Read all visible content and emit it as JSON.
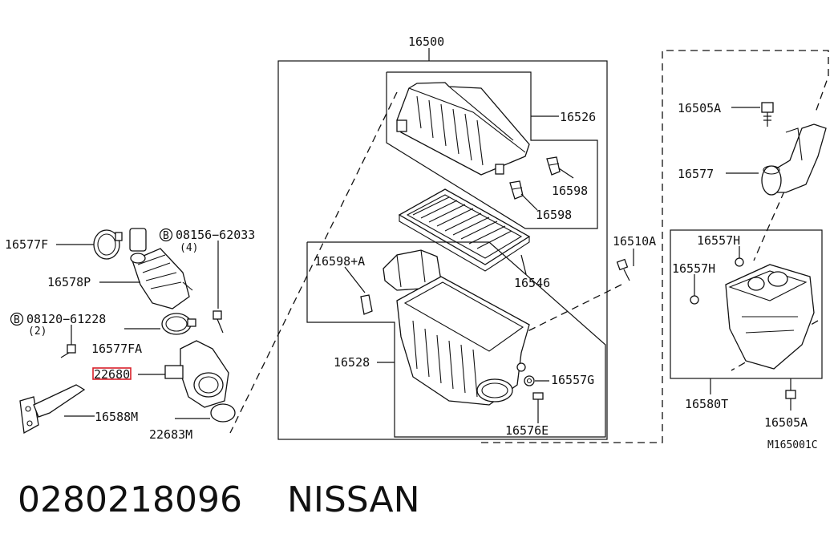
{
  "part_labels": {
    "p16500": "16500",
    "p16526": "16526",
    "p16598_a": "16598",
    "p16598_b": "16598",
    "p16546": "16546",
    "p16598A": "16598+A",
    "p16528": "16528",
    "p16557G": "16557G",
    "p16576E": "16576E",
    "p16510A": "16510A",
    "p16505A_top": "16505A",
    "p16577_right": "16577",
    "p16557H_a": "16557H",
    "p16557H_b": "16557H",
    "p16580T": "16580T",
    "p16505A_bottom": "16505A",
    "p16577F": "16577F",
    "p16578P": "16578P",
    "p08156": "08156−62033",
    "p08156_qty": "(4)",
    "p08120": "08120−61228",
    "p08120_qty": "(2)",
    "p16577FA": "16577FA",
    "p22680": "22680",
    "p16588M": "16588M",
    "p22683M": "22683M",
    "bolt_marker_a": "B",
    "bolt_marker_b": "B",
    "ref_code": "M165001C"
  },
  "footer": {
    "part_number": "0280218096",
    "brand": "NISSAN"
  },
  "colors": {
    "line": "#111111",
    "highlight": "#d8202a",
    "background": "#ffffff"
  }
}
